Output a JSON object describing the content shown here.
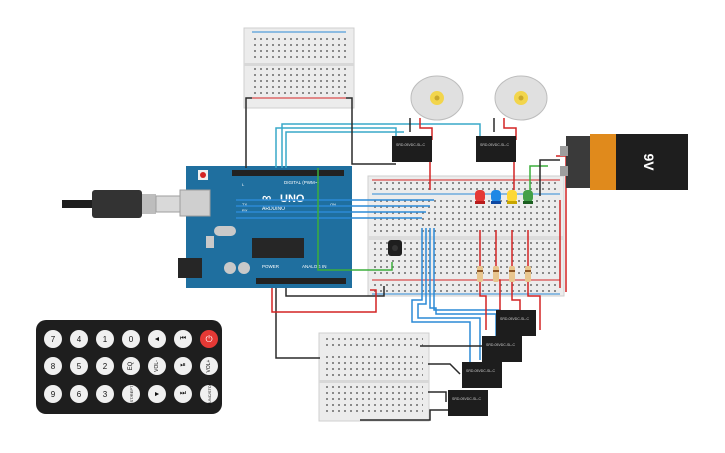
{
  "arduino": {
    "logo": "UNO",
    "brand": "ARDUINO",
    "digital_label": "DIGITAL (PWM~)",
    "power_label": "POWER",
    "analog_label": "ANALOG IN",
    "tx_label": "TX",
    "rx_label": "RX",
    "l_label": "L",
    "on_label": "ON"
  },
  "battery": {
    "label": "9V"
  },
  "relay_label": "SRD-05VDC-SL-C",
  "remote": {
    "buttons": [
      {
        "id": "power",
        "text": "⏻"
      },
      {
        "id": "vol-up",
        "text": "VOL+"
      },
      {
        "id": "func-stop",
        "text": "FUNC/STOP"
      },
      {
        "id": "skip-back",
        "text": "⏮"
      },
      {
        "id": "play-pause",
        "text": "⏯"
      },
      {
        "id": "skip-fwd",
        "text": "⏭"
      },
      {
        "id": "down",
        "text": "▼"
      },
      {
        "id": "vol-down",
        "text": "VOL-"
      },
      {
        "id": "up",
        "text": "▲"
      },
      {
        "id": "n0",
        "text": "0"
      },
      {
        "id": "eq",
        "text": "EQ"
      },
      {
        "id": "st-rept",
        "text": "ST/REPT"
      },
      {
        "id": "n1",
        "text": "1"
      },
      {
        "id": "n2",
        "text": "2"
      },
      {
        "id": "n3",
        "text": "3"
      },
      {
        "id": "n4",
        "text": "4"
      },
      {
        "id": "n5",
        "text": "5"
      },
      {
        "id": "n6",
        "text": "6"
      },
      {
        "id": "n7",
        "text": "7"
      },
      {
        "id": "n8",
        "text": "8"
      },
      {
        "id": "n9",
        "text": "9"
      }
    ]
  },
  "colors": {
    "arduino": "#1f6f9f",
    "wire_red": "#d32424",
    "wire_black": "#2a2a2a",
    "wire_cyan": "#39a9c9",
    "wire_blue": "#2b8ad6",
    "wire_green": "#3bae3b",
    "battery_orange": "#e08a1c",
    "led_red": "#e53935",
    "led_blue": "#1e88e5",
    "led_yellow": "#fdd835",
    "led_green": "#43a047"
  }
}
